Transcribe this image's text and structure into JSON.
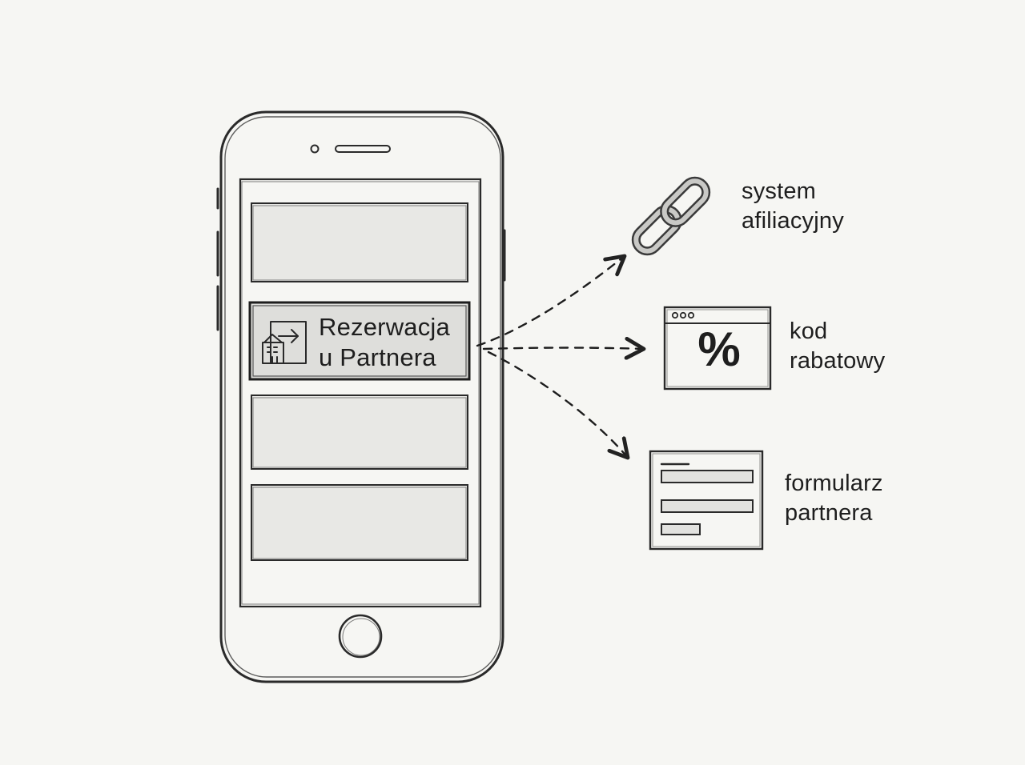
{
  "phone": {
    "menu_button_label_line1": "Rezerwacja",
    "menu_button_label_line2": "u Partnera",
    "button_icon": "building-arrow-icon"
  },
  "options": [
    {
      "icon": "chain-link-icon",
      "line1": "system",
      "line2": "afiliacyjny"
    },
    {
      "icon": "browser-percent-icon",
      "line1": "kod",
      "line2": "rabatowy",
      "icon_text": "%"
    },
    {
      "icon": "form-icon",
      "line1": "formularz",
      "line2": "partnera"
    }
  ]
}
